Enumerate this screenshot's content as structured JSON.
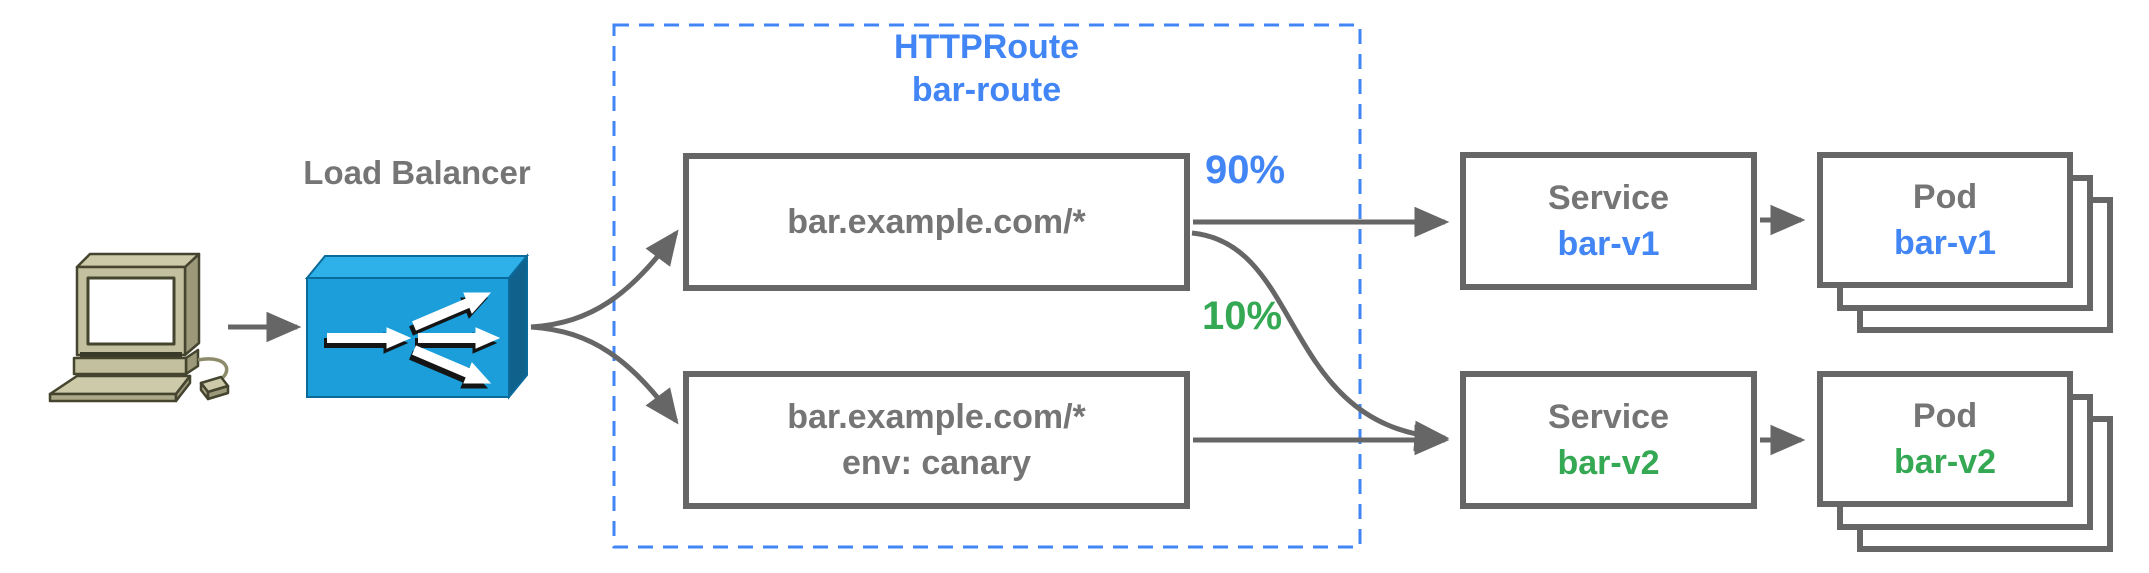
{
  "client": {
    "icon": "desktop-computer"
  },
  "load_balancer": {
    "label": "Load Balancer",
    "icon": "traffic-splitter-box"
  },
  "route": {
    "title": "HTTPRoute",
    "name": "bar-route",
    "rules": [
      {
        "match": "bar.example.com/*"
      },
      {
        "match": "bar.example.com/*",
        "header": "env: canary"
      }
    ],
    "weights": [
      {
        "value": "90%",
        "target": "bar-v1"
      },
      {
        "value": "10%",
        "target": "bar-v2"
      }
    ]
  },
  "services": [
    {
      "kind": "Service",
      "name": "bar-v1"
    },
    {
      "kind": "Service",
      "name": "bar-v2"
    }
  ],
  "pods": [
    {
      "kind": "Pod",
      "name": "bar-v1"
    },
    {
      "kind": "Pod",
      "name": "bar-v2"
    }
  ],
  "colors": {
    "blue": "#4285F4",
    "green": "#34A853",
    "text_gray": "#757575",
    "line_gray": "#666666",
    "lb_front": "#1B9ED9",
    "lb_top": "#2EB0E8",
    "lb_side": "#11618D"
  }
}
